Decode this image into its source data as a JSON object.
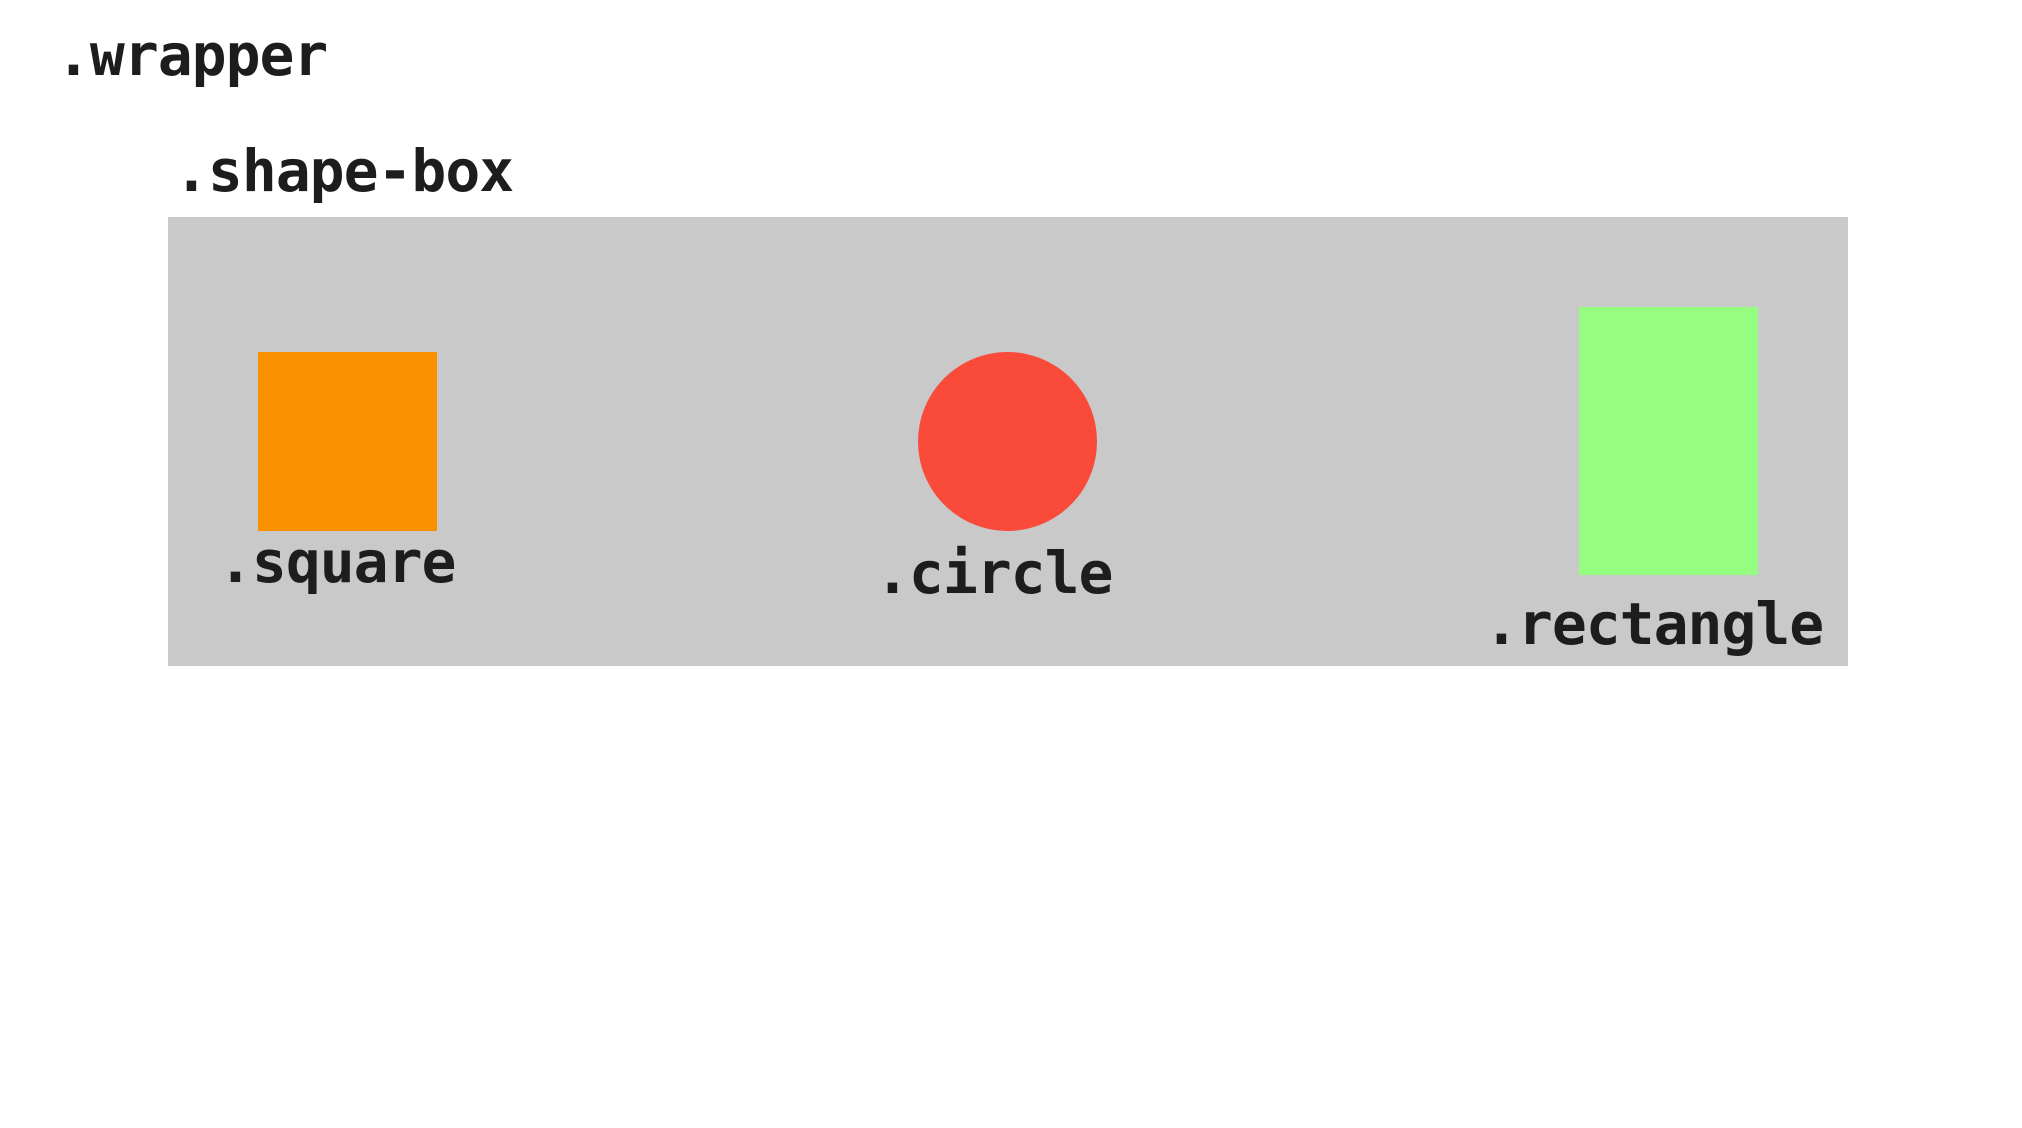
{
  "labels": {
    "wrapper": ".wrapper",
    "shape_box": ".shape-box",
    "square": ".square",
    "circle": ".circle",
    "rectangle": ".rectangle"
  },
  "colors": {
    "background": "#ffffff",
    "shape_box": "#c9c9c9",
    "square": "#f99100",
    "circle": "#f94a3a",
    "rectangle": "#95fd80",
    "text": "#1d1d1d"
  }
}
